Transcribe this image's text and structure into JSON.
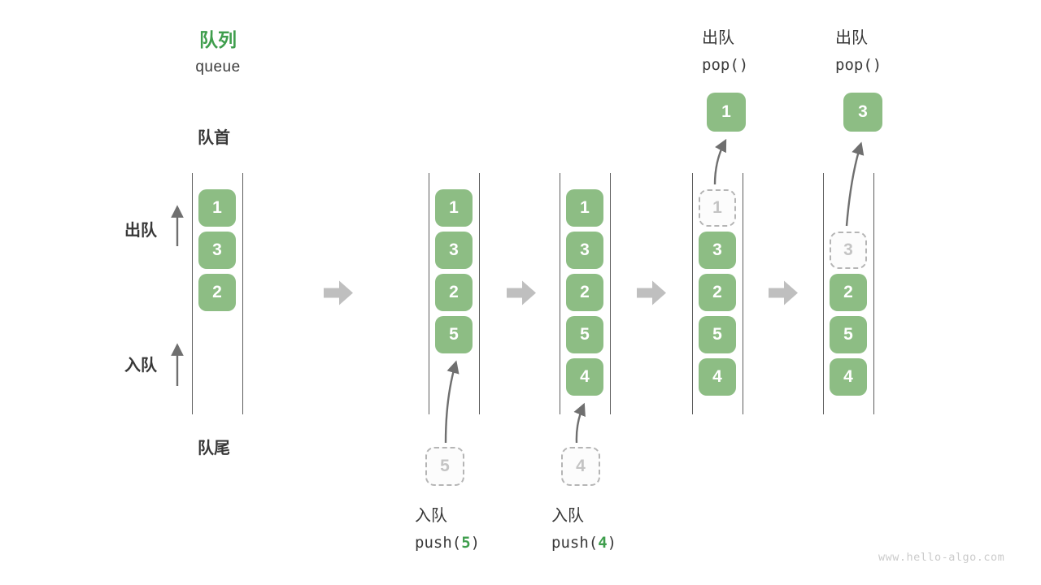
{
  "header": {
    "title_zh": "队列",
    "title_en": "queue"
  },
  "labels": {
    "front": "队首",
    "rear": "队尾",
    "dequeue": "出队",
    "enqueue": "入队"
  },
  "states": [
    {
      "boxes": [
        "1",
        "3",
        "2"
      ]
    },
    {
      "boxes": [
        "1",
        "3",
        "2",
        "5"
      ],
      "incoming": "5"
    },
    {
      "boxes": [
        "1",
        "3",
        "2",
        "5",
        "4"
      ],
      "incoming": "4"
    },
    {
      "removed": "1",
      "boxes": [
        "3",
        "2",
        "5",
        "4"
      ],
      "popped": "1"
    },
    {
      "removed": "3",
      "boxes": [
        "2",
        "5",
        "4"
      ],
      "popped": "3"
    }
  ],
  "operations": {
    "push5": {
      "action": "入队",
      "fn_open": "push(",
      "arg": "5",
      "fn_close": ")"
    },
    "push4": {
      "action": "入队",
      "fn_open": "push(",
      "arg": "4",
      "fn_close": ")"
    },
    "pop1": {
      "action": "出队",
      "fn": "pop()"
    },
    "pop2": {
      "action": "出队",
      "fn": "pop()"
    }
  },
  "watermark": "www.hello-algo.com",
  "colors": {
    "box_green": "#8DBD84",
    "accent_green": "#3F9E4D",
    "rail_gray": "#5d5d5d",
    "block_arrow_gray": "#BFBFBF",
    "curve_arrow_gray": "#6f6f6f",
    "dashed_gray": "#b5b5b5",
    "text_dark": "#383838",
    "watermark_gray": "#cbcbcb"
  }
}
